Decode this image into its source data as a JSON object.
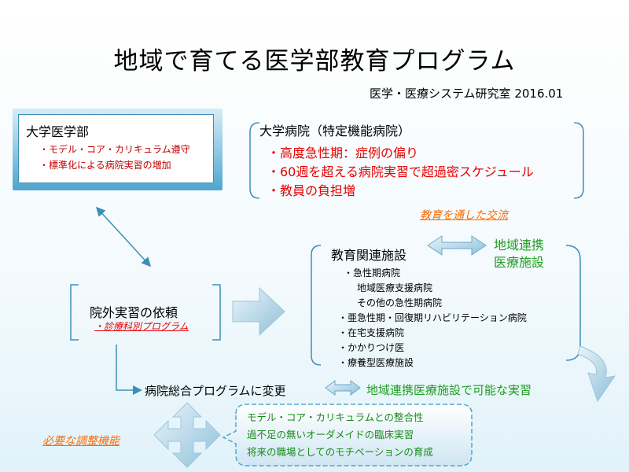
{
  "title": "地域で育てる医学部教育プログラム",
  "subtitle": "医学・医療システム研究室 2016.01",
  "university": {
    "heading": "大学医学部",
    "items": [
      "・モデル・コア・カリキュラム遵守",
      "・標準化による病院実習の増加"
    ]
  },
  "hospital": {
    "heading": "大学病院（特定機能病院）",
    "items": [
      "・高度急性期：症例の偏り",
      "・60週を超える病院実習で超過密スケジュール",
      "・教員の負担増"
    ]
  },
  "exchange_note": "教育を通した交流",
  "facilities": {
    "heading": "教育関連施設",
    "items": [
      "・急性期病院",
      "地域医療支援病院",
      "その他の急性期病院",
      "・亜急性期・回復期リハビリテーション病院",
      "・在宅支援病院",
      "・かかりつけ医",
      "・療養型医療施設"
    ]
  },
  "regional": {
    "line1": "地域連携",
    "line2": "医療施設"
  },
  "request": {
    "heading": "院外実習の依頼",
    "sub": "・診療科別プログラム"
  },
  "change": "病院総合プログラムに変更",
  "regional_practice": "地域連携医療施設で可能な実習",
  "coordination": "必要な調整機能",
  "bubble": [
    "モデル・コア・カリキュラムとの整合性",
    "過不足の無いオーダメイドの臨床実習",
    "将来の職場としてのモチベーションの育成"
  ],
  "colors": {
    "accent_blue": "#3d8fb8",
    "red": "#e60000",
    "green": "#1f9d1f",
    "orange": "#ff6a00"
  }
}
